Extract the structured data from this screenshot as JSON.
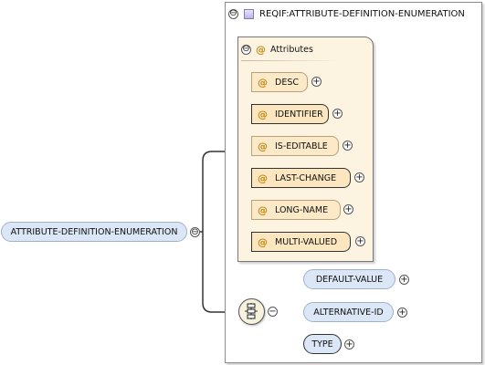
{
  "diagram": {
    "root_element": {
      "label": "ATTRIBUTE-DEFINITION-ENUMERATION",
      "toggle": "⊖"
    },
    "complex_type": {
      "label": "REQIF:ATTRIBUTE-DEFINITION-ENUMERATION",
      "toggle": "⊖"
    },
    "attributes_group": {
      "label": "Attributes",
      "toggle": "⊖",
      "icon_glyph": "@",
      "items": [
        {
          "label": "DESC",
          "required": false,
          "toggle": "+"
        },
        {
          "label": "IDENTIFIER",
          "required": true,
          "toggle": "+"
        },
        {
          "label": "IS-EDITABLE",
          "required": false,
          "toggle": "+"
        },
        {
          "label": "LAST-CHANGE",
          "required": true,
          "toggle": "+"
        },
        {
          "label": "LONG-NAME",
          "required": false,
          "toggle": "+"
        },
        {
          "label": "MULTI-VALUED",
          "required": true,
          "toggle": "+"
        }
      ]
    },
    "sequence": {
      "icon": "sequence-compositor-icon",
      "toggle": "−",
      "children": [
        {
          "label": "DEFAULT-VALUE",
          "required": false,
          "toggle": "+"
        },
        {
          "label": "ALTERNATIVE-ID",
          "required": false,
          "toggle": "+"
        },
        {
          "label": "TYPE",
          "required": true,
          "toggle": "+"
        }
      ]
    },
    "colors": {
      "attribute_fill": "#fbe6bf",
      "group_fill": "#fdf3e1",
      "element_fill": "#dbe6f7",
      "at_symbol": "#c58a19"
    }
  }
}
